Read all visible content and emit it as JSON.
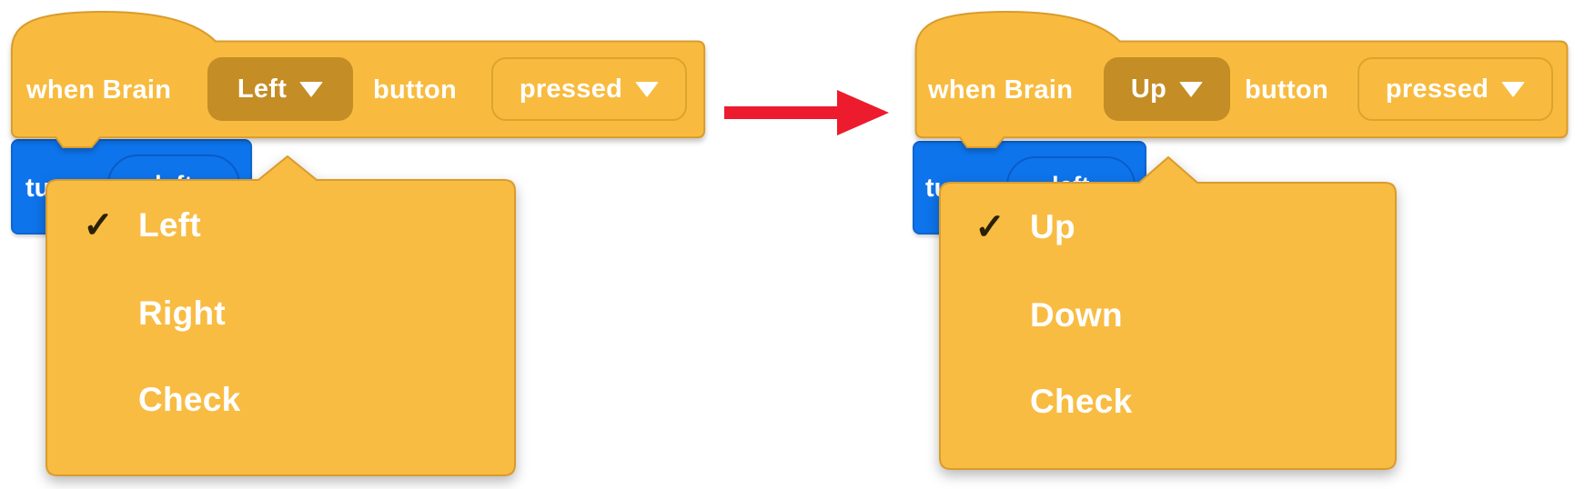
{
  "icons": {
    "check": "✓",
    "dropdown_caret": "caret-down"
  },
  "colors": {
    "block_orange": "#F8BB3F",
    "block_border_orange": "#D99B2B",
    "selected_field_orange": "#C48D25",
    "turn_block_blue": "#0E74EC",
    "arrow_red": "#EC1B2D",
    "menu_text": "#FFFFFF",
    "check_mark": "#2A2104"
  },
  "before": {
    "hat_block": {
      "when_label": "when Brain",
      "button_field_value": "Left",
      "button_label": "button",
      "state_field_value": "pressed"
    },
    "turn_block": {
      "label": "turn",
      "field_value": "left"
    },
    "menu": {
      "items": [
        {
          "label": "Left",
          "checked": true
        },
        {
          "label": "Right",
          "checked": false
        },
        {
          "label": "Check",
          "checked": false
        }
      ]
    }
  },
  "after": {
    "hat_block": {
      "when_label": "when Brain",
      "button_field_value": "Up",
      "button_label": "button",
      "state_field_value": "pressed"
    },
    "turn_block": {
      "label": "turn",
      "field_value": "left"
    },
    "menu": {
      "items": [
        {
          "label": "Up",
          "checked": true
        },
        {
          "label": "Down",
          "checked": false
        },
        {
          "label": "Check",
          "checked": false
        }
      ]
    }
  }
}
